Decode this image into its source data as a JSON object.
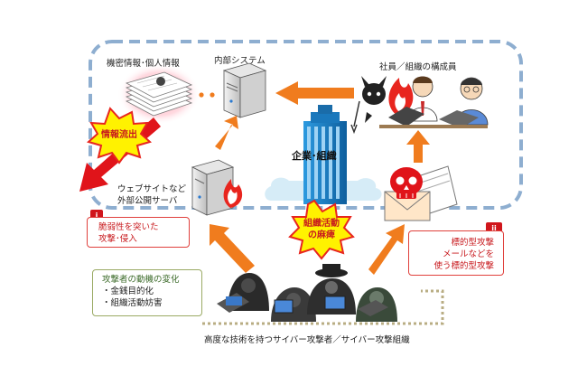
{
  "labels": {
    "confidential": "機密情報･個人情報",
    "internal_system": "内部システム",
    "employees": "社員／組織の構成員",
    "website_line1": "ウェブサイトなど",
    "website_line2": "外部公開サーバ",
    "corporation": "企業･組織",
    "leak": "情報流出",
    "paralysis_line1": "組織活動",
    "paralysis_line2": "の麻痺",
    "attackers": "高度な技術を持つサイバー攻撃者／サイバー攻撃組織"
  },
  "box_vulnerability": {
    "badge": "i",
    "line1": "脆弱性を突いた",
    "line2": "攻撃･侵入"
  },
  "box_targeted": {
    "badge": "ii",
    "line1": "標的型攻撃",
    "line2": "メールなどを",
    "line3": "使う標的型攻撃"
  },
  "box_motive": {
    "title": "攻撃者の動機の変化",
    "item1": "・金銭目的化",
    "item2": "・組織活動妨害"
  },
  "colors": {
    "arrow_orange": "#f07c1e",
    "leak_red": "#e0141a",
    "dashed_border": "#8eaed0",
    "burst_yellow": "#fff200",
    "burst_red": "#e8251e",
    "building_blue": "#1e8ad0"
  }
}
